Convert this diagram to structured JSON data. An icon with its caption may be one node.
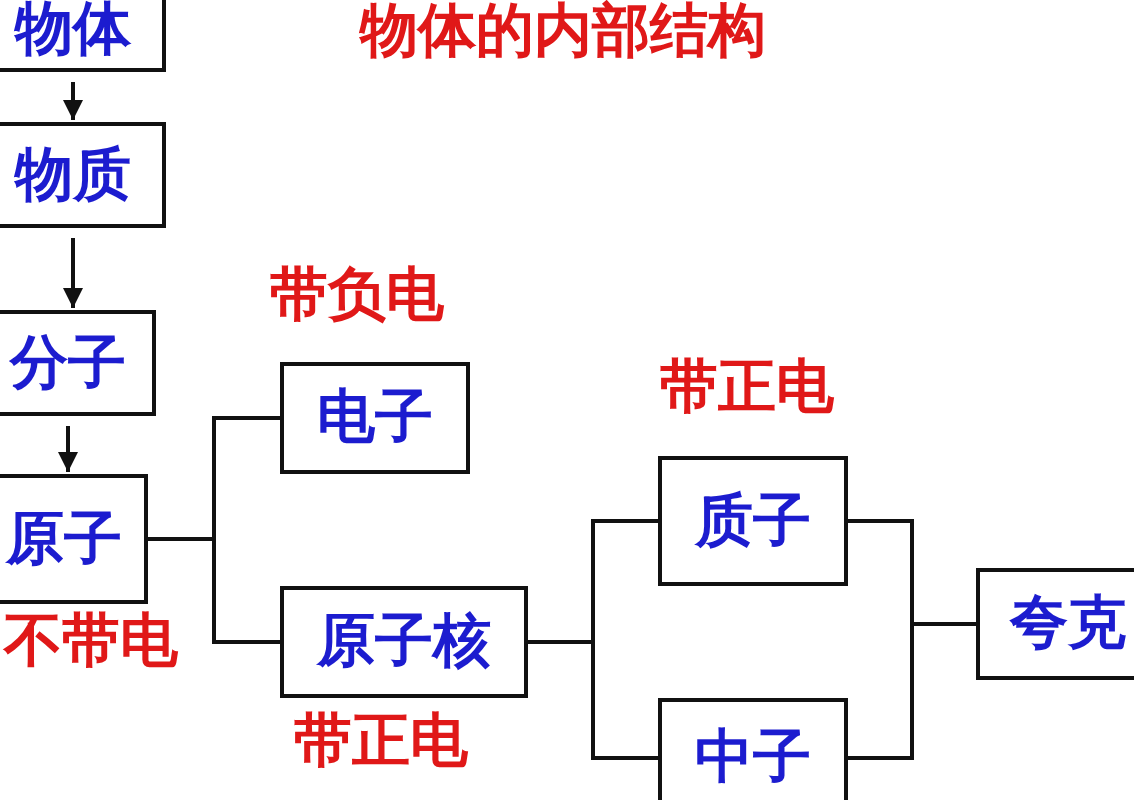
{
  "diagram": {
    "title": "物体的内部结构",
    "nodes": [
      {
        "text": [
          "物体"
        ]
      },
      {
        "text": [
          "物质"
        ]
      },
      {
        "text": [
          "分子"
        ]
      },
      {
        "text": [
          "原子"
        ],
        "beside": [
          "不带电"
        ]
      },
      {
        "text": [
          "电子"
        ],
        "beside": [
          "带负电"
        ]
      },
      {
        "text": [
          "原子核"
        ],
        "beside": [
          "带正电"
        ]
      },
      {
        "text": [
          "质子"
        ],
        "beside": [
          "带正电"
        ]
      },
      {
        "text": [
          "中子"
        ]
      },
      {
        "text": [
          "夸克"
        ]
      }
    ],
    "edges": [
      {
        "from": 0,
        "to": 1,
        "arrow": "to"
      },
      {
        "from": 1,
        "to": 2,
        "arrow": "to"
      },
      {
        "from": 2,
        "to": 3,
        "arrow": "to"
      },
      {
        "from": 3,
        "to": 4,
        "arrow": "none"
      },
      {
        "from": 3,
        "to": 5,
        "arrow": "none"
      },
      {
        "from": 5,
        "to": 6,
        "arrow": "none"
      },
      {
        "from": 5,
        "to": 7,
        "arrow": "none"
      },
      {
        "from": 6,
        "to": 8,
        "arrow": "none"
      },
      {
        "from": 7,
        "to": 8,
        "arrow": "none"
      }
    ]
  }
}
